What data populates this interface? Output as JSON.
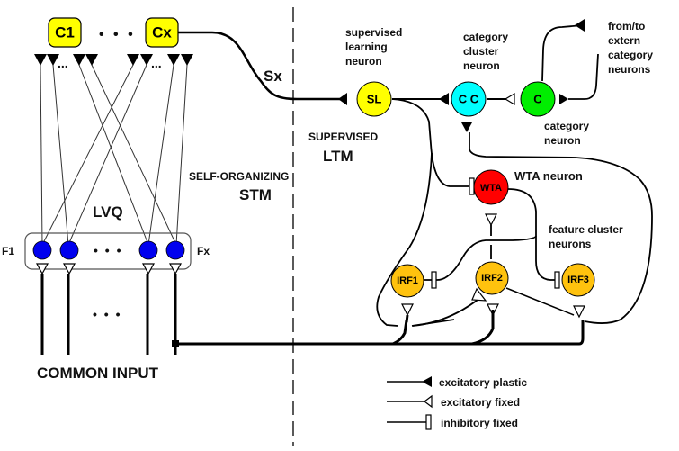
{
  "diagram": {
    "left_section": {
      "category_nodes": [
        {
          "label": "C1",
          "color": "#ffff00"
        },
        {
          "label": "Cx",
          "color": "#ffff00"
        }
      ],
      "category_ellipsis": "• • •",
      "synapse_ellipsis": "...",
      "lvq_label": "LVQ",
      "feature_nodes": {
        "color": "#0000ee",
        "count_shown": 4
      },
      "feature_left_label": "F1",
      "feature_right_label": "Fx",
      "feature_ellipsis": "• • •",
      "input_ellipsis": "• • •",
      "common_input_label": "COMMON INPUT",
      "sx_label": "Sx"
    },
    "region_labels": {
      "self_organizing": "SELF-ORGANIZING",
      "stm": "STM",
      "supervised": "SUPERVISED",
      "ltm": "LTM"
    },
    "right_section": {
      "neurons": [
        {
          "id": "SL",
          "label": "SL",
          "color": "#ffff00",
          "caption": [
            "supervised",
            "learning",
            "neuron"
          ]
        },
        {
          "id": "CC",
          "label": "C C",
          "color": "#00ffff",
          "caption": [
            "category",
            "cluster",
            "neuron"
          ]
        },
        {
          "id": "C",
          "label": "C",
          "color": "#00ee00",
          "caption": [
            "category",
            "neuron"
          ]
        },
        {
          "id": "WTA",
          "label": "WTA",
          "color": "#ff0000",
          "caption": [
            "WTA neuron"
          ]
        },
        {
          "id": "IRF1",
          "label": "IRF1",
          "color": "#ffc20e"
        },
        {
          "id": "IRF2",
          "label": "IRF2",
          "color": "#ffc20e"
        },
        {
          "id": "IRF3",
          "label": "IRF3",
          "color": "#ffc20e"
        }
      ],
      "extern_caption": [
        "from/to",
        "extern",
        "category",
        "neurons"
      ],
      "feature_cluster_caption": [
        "feature cluster",
        "neurons"
      ]
    },
    "legend": [
      {
        "type": "excitatory-plastic",
        "label": "excitatory plastic"
      },
      {
        "type": "excitatory-fixed",
        "label": "excitatory fixed"
      },
      {
        "type": "inhibitory-fixed",
        "label": "inhibitory fixed"
      }
    ]
  }
}
